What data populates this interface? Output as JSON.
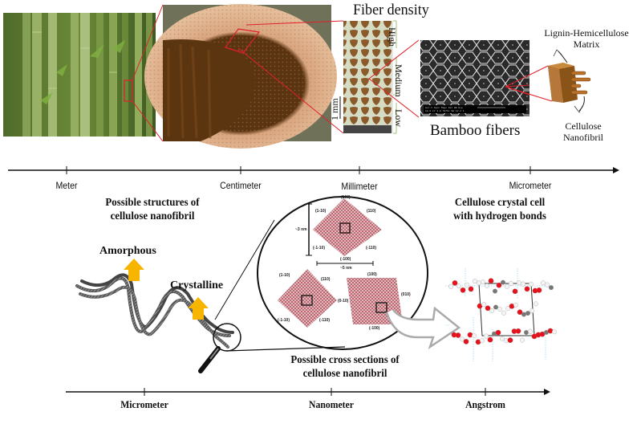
{
  "figure": {
    "top_panel": {
      "fiber_density_title": "Fiber density",
      "density_levels": [
        "High",
        "Medium",
        "Low"
      ],
      "scale_bar_label": "1 mm",
      "bamboo_fibers_label": "Bamboo fibers",
      "matrix_label_line1": "Lignin-Hemicellulose",
      "matrix_label_line2": "Matrix",
      "nanofibril_label_line1": "Cellulose",
      "nanofibril_label_line2": "Nanofibril",
      "images": [
        "bamboo-forest-photo",
        "bamboo-culm-cross-section-photo",
        "fiber-density-micrograph",
        "bamboo-fibers-sem-image",
        "nanofibril-bundle-illustration"
      ]
    },
    "top_axis": {
      "ticks": [
        "Meter",
        "Centimeter",
        "Millimeter",
        "Micrometer"
      ]
    },
    "middle_panel": {
      "structures_title_line1": "Possible structures of",
      "structures_title_line2": "cellulose nanofibril",
      "amorphous_label": "Amorphous",
      "crystalline_label": "Crystalline",
      "cross_sections_title_line1": "Possible cross sections of",
      "cross_sections_title_line2": "cellulose nanofibril",
      "crystal_cell_title_line1": "Cellulose crystal cell",
      "crystal_cell_title_line2": "with hydrogen bonds",
      "cross_section_top": {
        "faces": [
          "(100)",
          "(110)",
          "(-110)",
          "(-100)",
          "(-1-10)",
          "(1-10)"
        ],
        "height_label": "~3 nm",
        "width_label": "~5 nm"
      },
      "cross_section_left": {
        "faces": [
          "(1-10)",
          "(110)",
          "(-110)",
          "(-1-10)"
        ]
      },
      "cross_section_right": {
        "faces": [
          "(100)",
          "(010)",
          "(-100)",
          "(0-10)"
        ]
      }
    },
    "bottom_axis": {
      "ticks": [
        "Micrometer",
        "Nanometer",
        "Angstrom"
      ]
    },
    "colors": {
      "callout_red": "#e0202a",
      "arrow_yellow": "#f7b500",
      "lattice_red": "#c0505a",
      "axis_black": "#111111",
      "oxygen_red": "#e8101a",
      "hydrogen_white": "#f4f4f4",
      "carbon_gray": "#777777",
      "hbond_blue": "#9fd4ee"
    }
  }
}
